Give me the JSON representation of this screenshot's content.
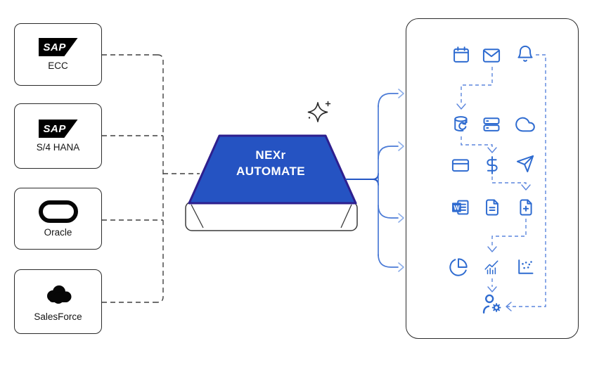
{
  "diagram_title": "source-systems to NEXr AUTOMATE to output-apps integration diagram",
  "sources": [
    {
      "label": "ECC",
      "logo": "sap-logo",
      "logo_text": "SAP"
    },
    {
      "label": "S/4 HANA",
      "logo": "sap-logo",
      "logo_text": "SAP"
    },
    {
      "label": "Oracle",
      "logo": "oracle-logo"
    },
    {
      "label": "SalesForce",
      "logo": "salesforce-logo"
    }
  ],
  "hub": {
    "line1": "NEXr",
    "line2": "AUTOMATE",
    "decoration": "sparkles-icon"
  },
  "outputs": {
    "grid": [
      [
        "calendar",
        "mail",
        "bell"
      ],
      [
        "database-sync",
        "server",
        "cloud"
      ],
      [
        "credit-card",
        "dollar-sign",
        "send"
      ],
      [
        "word-document",
        "file-text",
        "file-plus"
      ],
      [
        "pie-chart",
        "analytics-chart",
        "scatter-plot"
      ]
    ],
    "final": "user-gear",
    "word_letter": "W",
    "flow_order": [
      "mail",
      "database-sync",
      "dollar-sign",
      "file-plus",
      "analytics-chart",
      "user-gear"
    ],
    "side_flow": [
      "bell",
      "user-gear"
    ]
  },
  "colors": {
    "hub_fill": "#2553c2",
    "hub_border": "#2e1f8e",
    "icon_blue": "#2e6bd0",
    "flow_dash_blue": "#5b86dd",
    "splitter_blue": "#4a7ad6",
    "connector_dark": "#3f3f3f",
    "text_dark": "#151515"
  }
}
